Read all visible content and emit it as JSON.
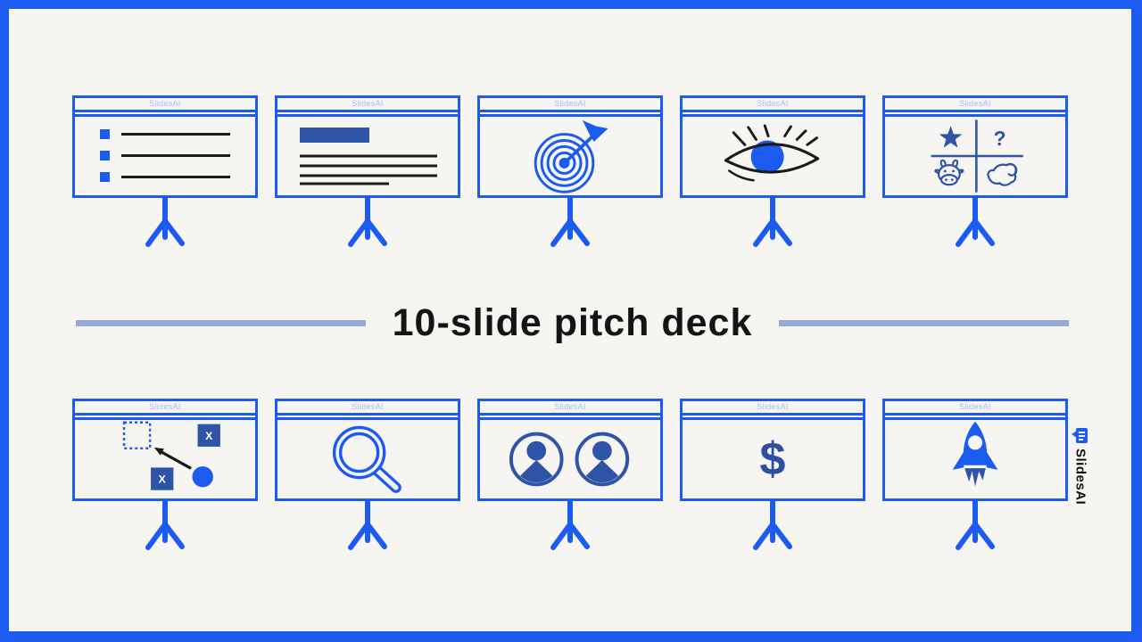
{
  "title": {
    "text": "10-slide pitch deck"
  },
  "watermark": {
    "name": "SlidesAI"
  },
  "colors": {
    "accent_blue": "#1b5bf0",
    "dark_blue": "#2d54a6",
    "divider_line": "#94a9d6",
    "board_header_label": "#a3bbf4",
    "background_paper": "#f6f5f2",
    "frame_border": "#1b5bf0",
    "title_text": "#141414"
  },
  "slides": [
    {
      "header": "SlidesAI",
      "icon": "bullet-list-icon"
    },
    {
      "header": "SlidesAI",
      "icon": "title-text-block-icon"
    },
    {
      "header": "SlidesAI",
      "icon": "target-arrow-icon"
    },
    {
      "header": "SlidesAI",
      "icon": "eye-icon"
    },
    {
      "header": "SlidesAI",
      "icon": "bcg-matrix-icon"
    },
    {
      "header": "SlidesAI",
      "icon": "strategy-map-icon"
    },
    {
      "header": "SlidesAI",
      "icon": "magnifier-icon"
    },
    {
      "header": "SlidesAI",
      "icon": "team-icon"
    },
    {
      "header": "SlidesAI",
      "icon": "dollar-icon"
    },
    {
      "header": "SlidesAI",
      "icon": "rocket-icon"
    }
  ],
  "glyphs": {
    "question_mark": "?",
    "x_label": "X",
    "dollar": "$"
  }
}
